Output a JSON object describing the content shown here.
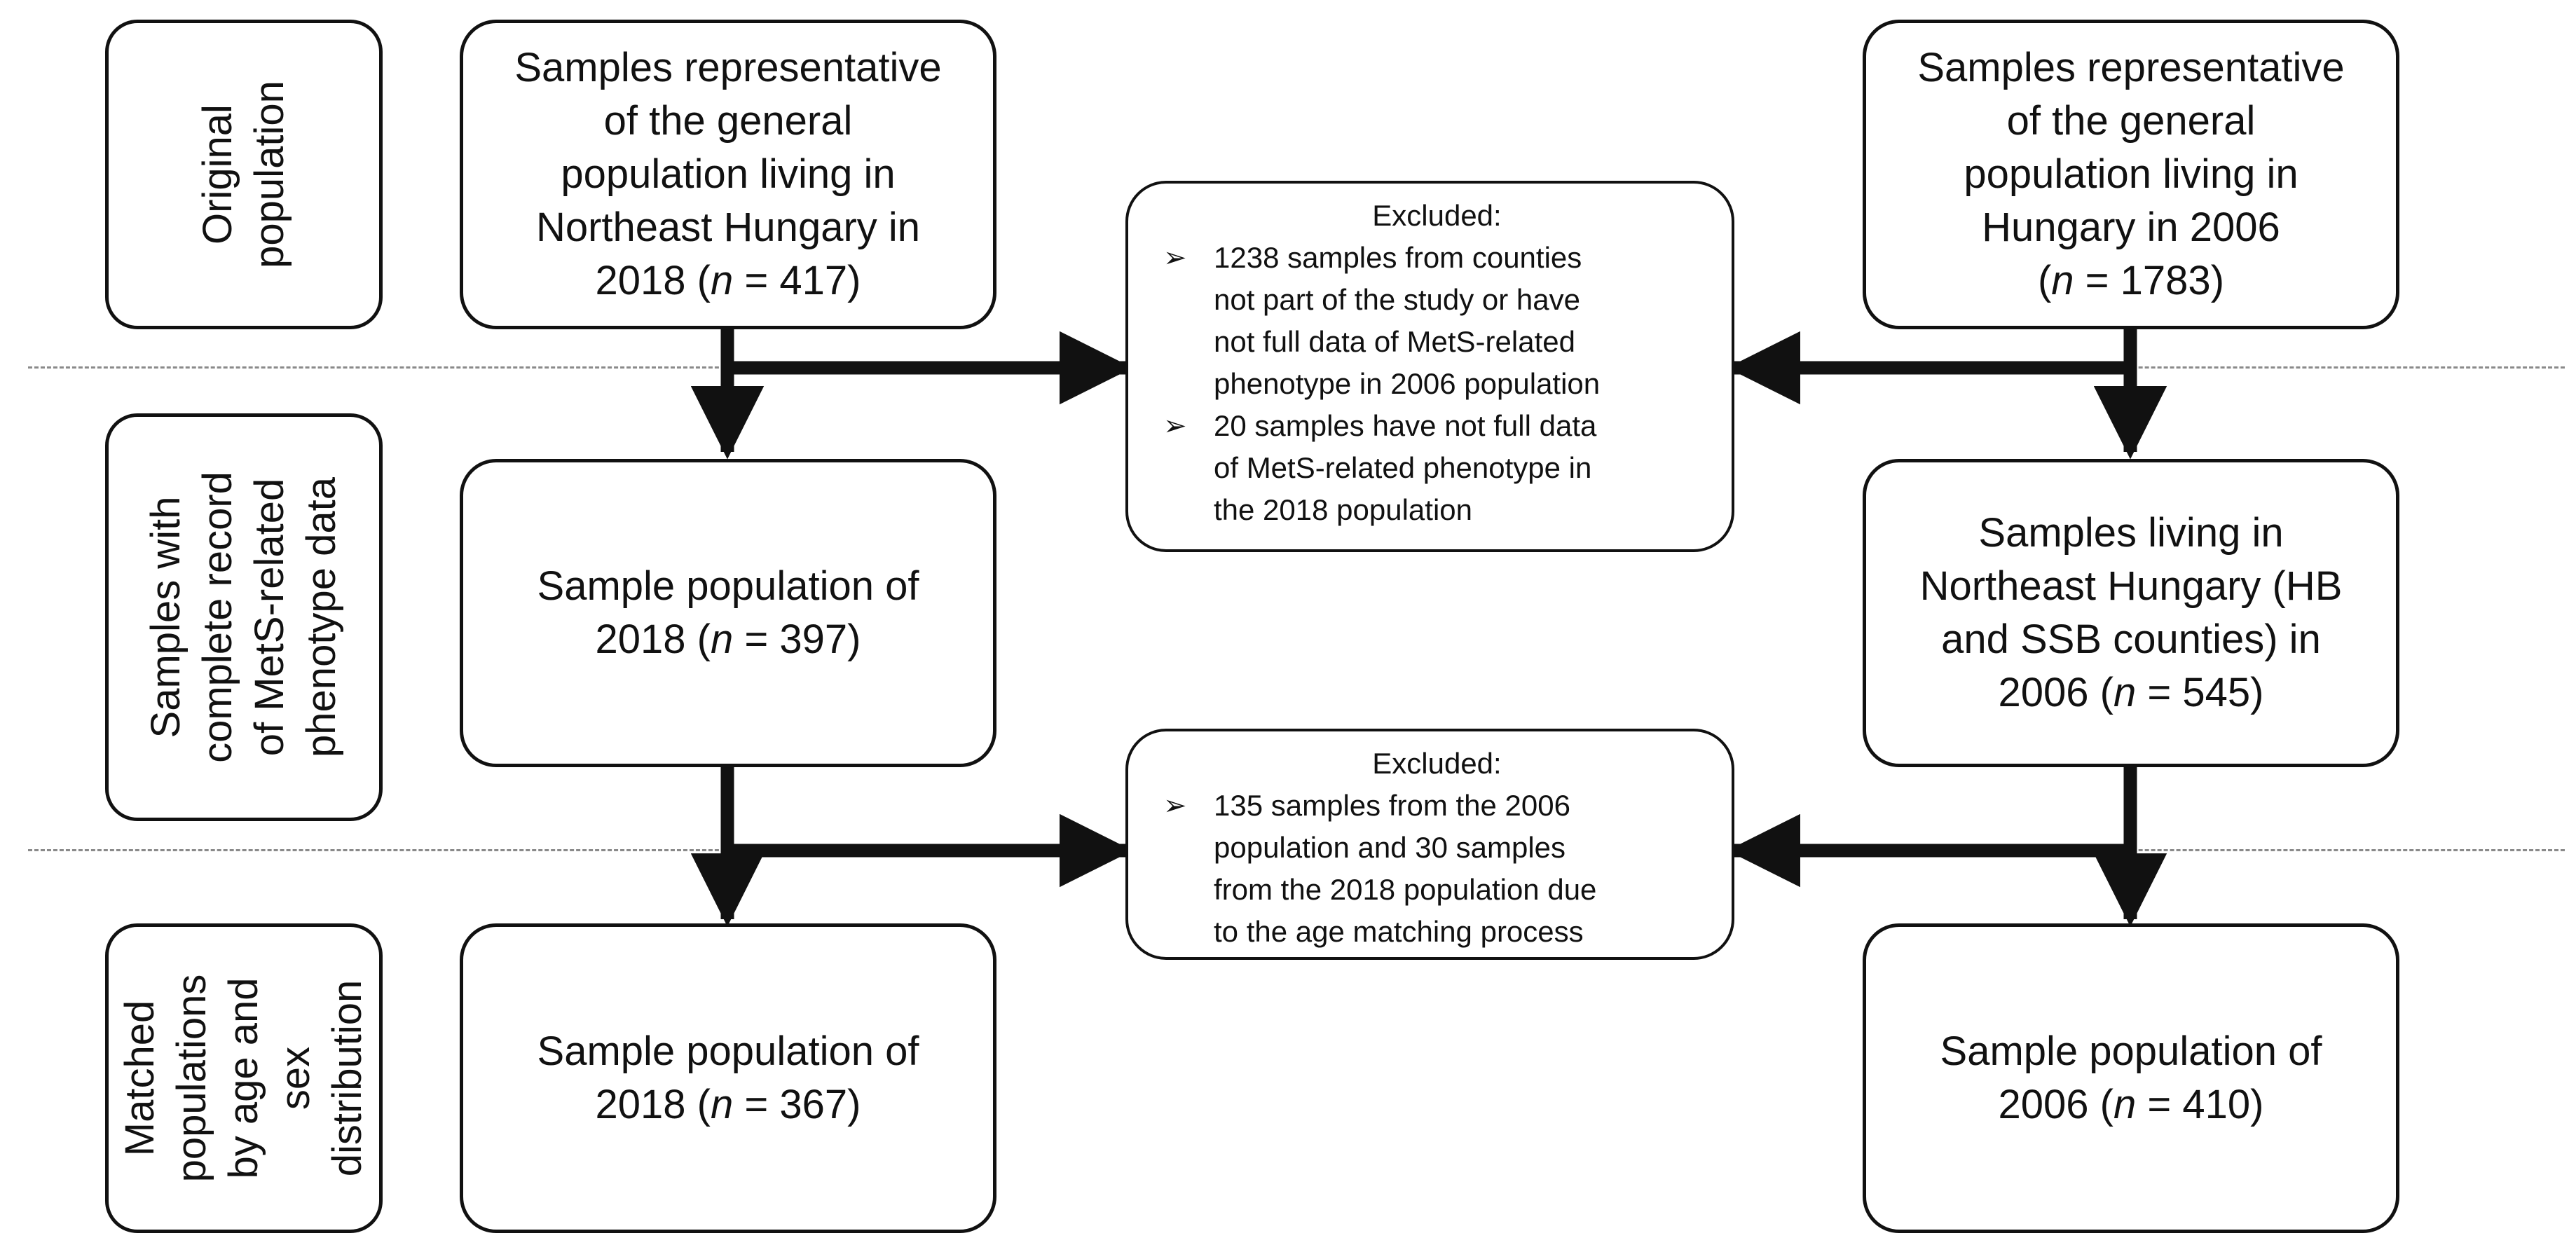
{
  "stages": [
    {
      "lines": [
        "Original",
        "population"
      ]
    },
    {
      "lines": [
        "Samples with",
        "complete record",
        "of MetS-related",
        "phenotype data"
      ]
    },
    {
      "lines": [
        "Matched",
        "populations",
        "by age and",
        "sex",
        "distribution"
      ]
    }
  ],
  "left_column": {
    "original": [
      "Samples representative",
      "of the general",
      "population living in",
      "Northeast Hungary in",
      "2018 (n = 417)"
    ],
    "complete": [
      "Sample population of",
      "2018 (n = 397)"
    ],
    "matched": [
      "Sample population of",
      "2018 (n = 367)"
    ]
  },
  "right_column": {
    "original": [
      "Samples representative",
      "of the general",
      "population living in",
      "Hungary in 2006",
      "(n = 1783)"
    ],
    "complete": [
      "Samples living in",
      "Northeast Hungary (HB",
      "and SSB counties) in",
      "2006 (n = 545)"
    ],
    "matched": [
      "Sample population of",
      "2006 (n = 410)"
    ]
  },
  "exclusion_1": {
    "title": "Excluded:",
    "marker": "➢",
    "items": [
      [
        "1238 samples from counties",
        "not part of the study or have",
        "not full data of MetS-related",
        "phenotype in 2006 population"
      ],
      [
        "20 samples have not full data",
        "of MetS-related phenotype in",
        "the 2018 population"
      ]
    ]
  },
  "exclusion_2": {
    "title": "Excluded:",
    "marker": "➢",
    "items": [
      [
        "135 samples from the 2006",
        "population and 30 samples",
        "from the 2018 population due",
        "to the age matching process"
      ]
    ]
  },
  "colors": {
    "stroke": "#111111",
    "divider": "#8a8a8a",
    "background": "#ffffff"
  }
}
